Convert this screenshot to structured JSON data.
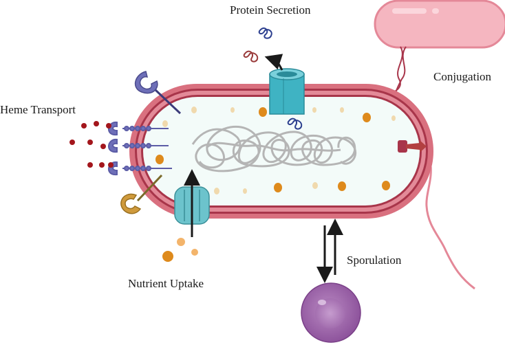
{
  "labels": {
    "protein_secretion": "Protein Secretion",
    "conjugation": "Conjugation",
    "heme_transport": "Heme Transport",
    "nutrient_uptake": "Nutrient Uptake",
    "sporulation": "Sporulation"
  },
  "colors": {
    "membrane_outer": "#d9707f",
    "membrane_inner": "#a8354a",
    "cytoplasm": "#f3fbf9",
    "channel": "#3fb3c3",
    "dna": "#b5b5b5",
    "granule_orange": "#de8a1c",
    "granule_cream": "#f0d9ad",
    "receptor_blue": "#6e6fb8",
    "receptor_gold": "#cf9a3c",
    "heme": "#a3161c",
    "spore": "#9b63a8",
    "donor_cell": "#f5b6c0"
  },
  "icons": [
    "protein-icon",
    "channel-icon",
    "receptor-icon",
    "pilus-icon",
    "spore-icon",
    "arrow-icon"
  ]
}
